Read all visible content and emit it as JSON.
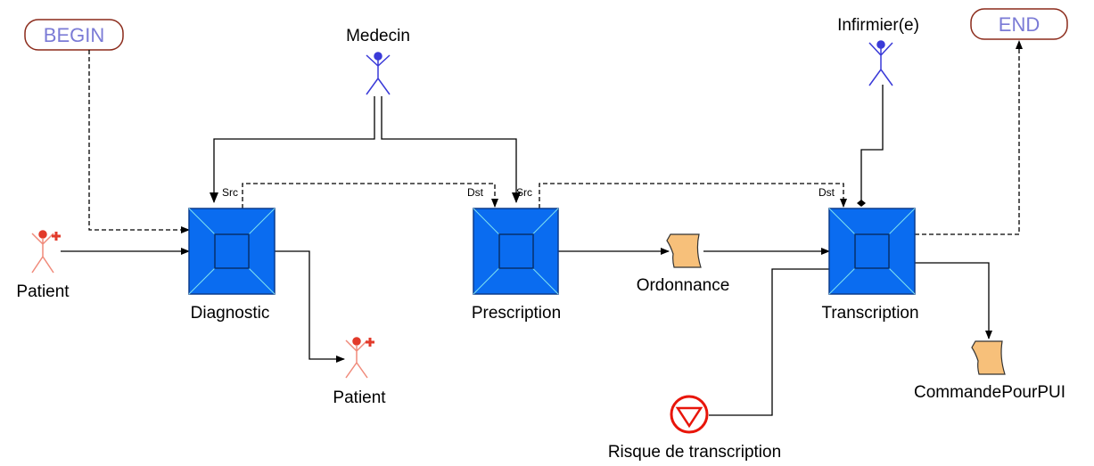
{
  "terminals": {
    "begin": "BEGIN",
    "end": "END"
  },
  "actors": {
    "medecin": "Medecin",
    "infirmier": "Infirmier(e)",
    "patient_in": "Patient",
    "patient_out": "Patient"
  },
  "activities": {
    "diagnostic": "Diagnostic",
    "prescription": "Prescription",
    "transcription": "Transcription"
  },
  "documents": {
    "ordonnance": "Ordonnance",
    "commande": "CommandePourPUI"
  },
  "risk": "Risque de transcription",
  "link_labels": {
    "src": "Src",
    "dst": "Dst"
  },
  "colors": {
    "activity_fill": "#0a6cf0",
    "activity_stroke": "#0a3b8c",
    "activity_accent": "#7fe3f0",
    "actor_blue": "#3a3ad8",
    "actor_red": "#e23a2a",
    "actor_red_body": "#f08a7a",
    "document_fill": "#f7c07a",
    "risk_red": "#e8150a",
    "terminal_border": "#8b2a1a",
    "terminal_text": "#7b7bd6"
  }
}
